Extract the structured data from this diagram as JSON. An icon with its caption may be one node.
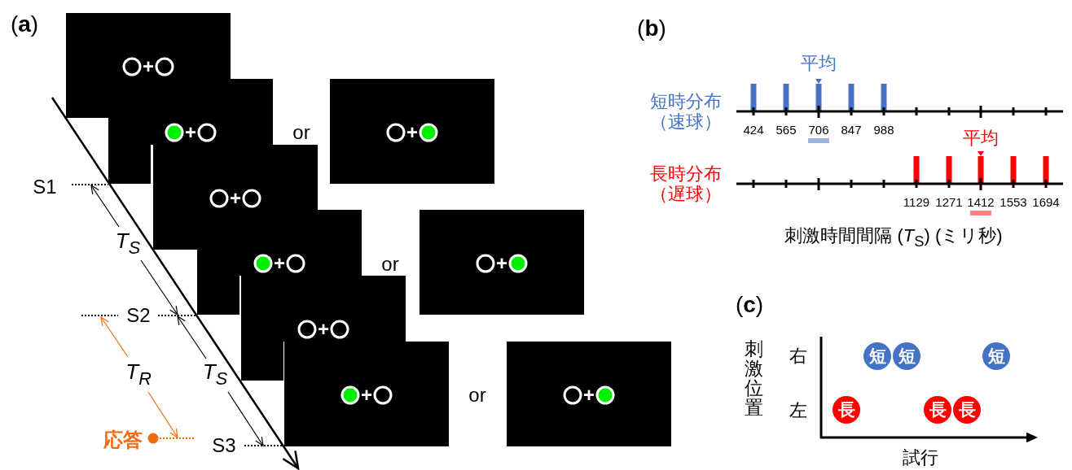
{
  "diagram": {
    "nodes": [
      {
        "text": [
          "+"
        ]
      },
      {
        "text": [
          "+"
        ]
      },
      {
        "text": [
          "+"
        ]
      },
      {
        "text": [
          "+"
        ]
      },
      {
        "text": [
          "+"
        ]
      },
      {
        "text": [
          "+"
        ]
      },
      {
        "text": [
          "+"
        ]
      },
      {
        "text": [
          "+"
        ]
      },
      {
        "text": [
          "+"
        ]
      },
      {
        "text": [
          "短"
        ]
      },
      {
        "text": [
          "短"
        ]
      },
      {
        "text": [
          "短"
        ]
      },
      {
        "text": [
          "長"
        ]
      },
      {
        "text": [
          "長"
        ]
      },
      {
        "text": [
          "長"
        ]
      }
    ],
    "labels": [
      "(**a**)",
      "or",
      "or",
      "or",
      "S1",
      "T$_{S}$",
      "S2",
      "T$_{R}$",
      "T$_{S}$",
      "応答",
      "S3",
      "(**b**)",
      "平均",
      "短時分布（速球）",
      "424",
      "565",
      "706",
      "847",
      "988",
      "平均",
      "長時分布（遅球）",
      "1129",
      "1271",
      "1412",
      "1553",
      "1694",
      "刺激時間間隔 (*T*$_{S}$) (ミリ秒)",
      "(**c**)",
      "刺激位置",
      "右",
      "左",
      "試行"
    ]
  }
}
